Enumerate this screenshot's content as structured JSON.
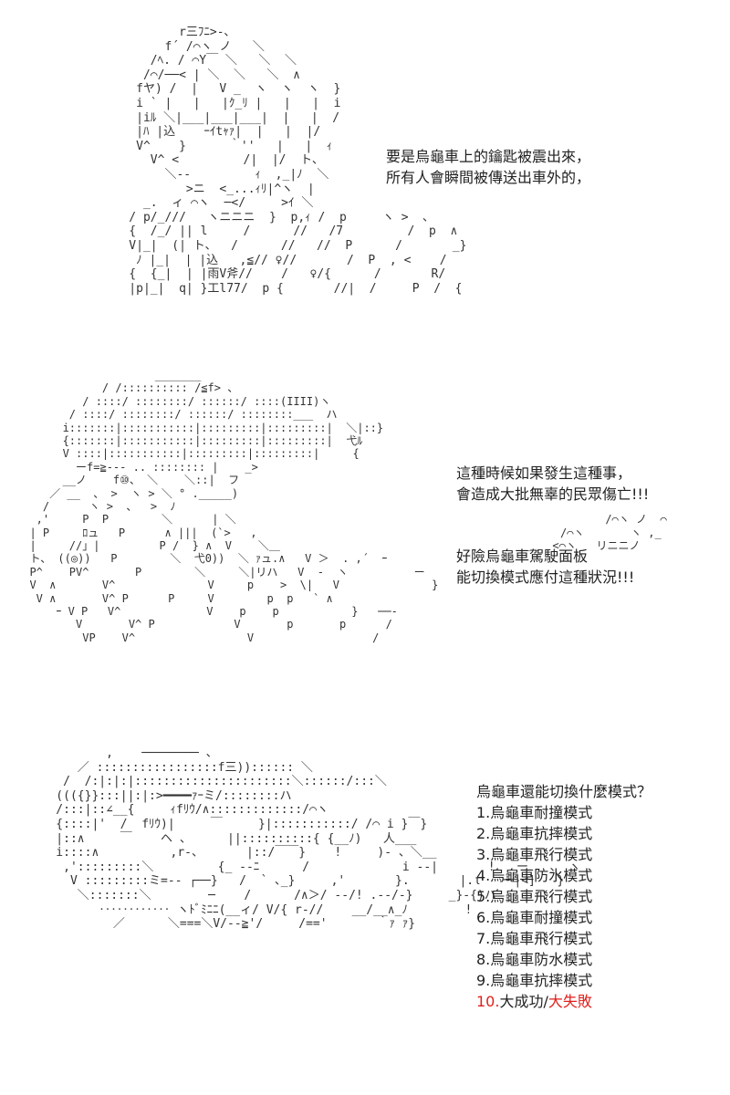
{
  "panel_1": {
    "caption": [
      "要是烏龜車上的鑰匙被震出來，",
      "所有人會瞬間被傳送出車外的，"
    ],
    "art": "           r三ﾌﾆ>-､\n         f´ /⌒ヽ ノ   ＼\n       /ﾍ. / ⌒Y￣ ＼   ＼  ＼\n      /⌒/──< | ＼  ＼   ＼  ∧\n     fヤ) /  |   V _  ヽ  ヽ  ヽ  }\n     i ` |   |   |ｸ_ﾘ |   |   |  i\n     |iﾙ ＼|___|___|___|  |   |  /\n     |ﾊ |込    ｰｲtｬｧ|  |   |  |/\n     V^    }      ｀''   |   |  ｨ\n       V^ <         /|  |/  ト、\n         ＼--         ｨ  ,_|ﾉ  ＼\n            >ニ  <_...ｨﾘ|^ヽ  |\n      _.  ィ ⌒ヽ  ─</     >ｲ ＼\n    / p/_///   ヽニニニ  }  p,ｨ /  p     ヽ >  ､\n    {  /_/ || l     /      //   /7         /  p  ∧\n    V|_|  (| ト、  /      //   //  P      /       _}\n     ﾉ |_|  | |込   ,≦// ♀//       /  P  , <    /\n    {  {_|  | |雨V斧//    /   ♀/{      /       R/\n    |p|_|  q| }工l77/  p {       //|  /     P  /  {"
  },
  "panel_2": {
    "caption_a": [
      "這種時候如果發生這種事，",
      "會造成大批無辜的民眾傷亡!!!"
    ],
    "caption_b": [
      "好險烏龜車駕駛面板",
      "能切換模式應付這種狀況!!!"
    ],
    "art": "                     _______\n             / /:::::::::: /≦f> 、\n          / ::::/ ::::::::/ ::::::/ ::::(IIII)ヽ\n        / ::::/ ::::::::/ ::::::/ ::::::::___  ハ\n       i:::::::|:::::::::::|:::::::::|:::::::::|  ＼|::}\n       {:::::::|:::::::::::|:::::::::|:::::::::|  弋ﾙ\n       V ::::|:::::::::::|:::::::::|:::::::::|     {\n         ーf=≧--- .. :::::::: |    _>\n       __ノ    f⑩、 ＼    ＼::|  フ\n     ／ __  、 >  ヽ > ＼ ° ._____)\n    /      ヽ >  、  >  ﾉ\n   ,'     P  P        ＼      | ＼                                                        /⌒ヽ ノ  ⌒\n  | P     ﾛュ   P      ∧ |||  (`>   ,                                              /⌒ヽ       ヽ ,_\n  |     //」|         P /  } ∧  V    ＼＿                                    ＿＿  <⌒ヽ   リニニノ\n  ト、 ((◎))   P        ＼  弋0))  ＼ ｧュ.∧   V ＞  . ,´  ｰ\n  P^    PV^       P        ＼     ＼|リハ   V  -  ヽ          ー\n  V  ∧       V^              V     p    >  \\|   V              }\n   V ∧       V^ P      P     V        p  p   ` ∧\n      ｰ V P   V^             V    p    p           }   ──-\n         V       V^ P            V       p       p      /\n          VP    V^                 V                  /"
  },
  "panel_3": {
    "menu_title": "烏龜車還能切換什麼模式？",
    "menu_items": [
      "1.烏龜車耐撞模式",
      "2.烏龜車抗摔模式",
      "3.烏龜車飛行模式",
      "4.烏龜車防水模式",
      "5.烏龜車飛行模式",
      "6.烏龜車耐撞模式",
      "7.烏龜車飛行模式",
      "8.烏龜車防水模式",
      "9.烏龜車抗摔模式"
    ],
    "last_item": {
      "number": "10.",
      "part_a": "大成功",
      "separator": "/",
      "part_b": "大失敗"
    },
    "highlight_color": "#e0211c",
    "art": "           ,    ──────── 、\n       ／ :::::::::::::::::f三)):::::: ＼\n     /  /:|:|:|::::::::::::::::::::::＼::::::/:::＼\n    ((({}}:::||:|:>━━━━ｧｰミ/::::::::ハ\n    /:::|::∠__{     ｨfﾘｳ/∧:::::::::::::/⌒ヽ\n    {::::|'  /  fﾘｳ)|     ￣     }|:::::::::::/ /⌒ i }￣}\n    |::∧     ￣    ヘ 、     ||::::::::::{ {__ﾉ)   人___\n    i::::∧          ,r-、      |::/￣￣}    !     )- 、＼__\n     ,':::::::::＼         {_ ‐-ﾆ      /             i --|       !   ー   、 ヽ\n      V :::::::::ミ=-- ┌──}   /  ` ､_}     ,'       }.       |.ι   ー|<]   }\n       ＼:::::::＼        ─    /      /∧＞/ --/! .--/-}     _}-{)ハ\n          ‥‥‥‥‥‥ ヽﾄﾞﾐﾆﾆ(__ィ/ V/{ r-//    __/__∧_ﾉ        !\n            ／      ＼===＼V/--≧'/     /=='       ｀ｧ ｧ}"
  }
}
